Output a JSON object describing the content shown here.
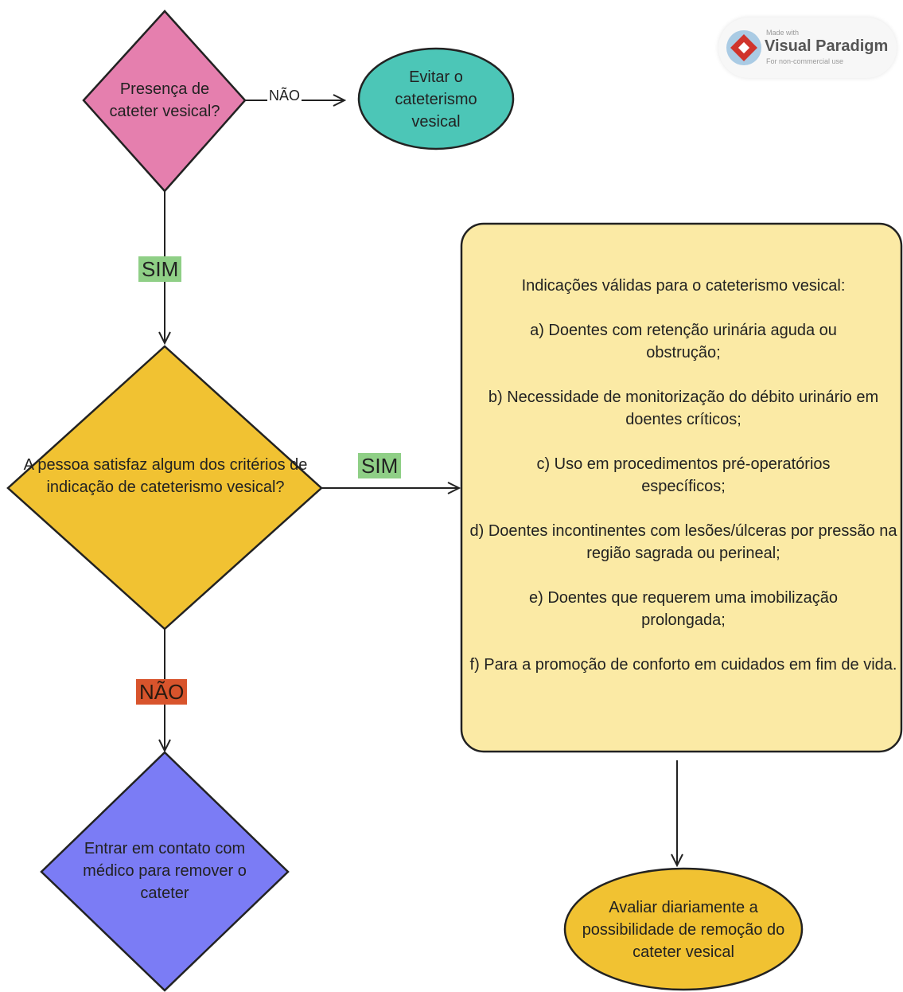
{
  "nodes": {
    "q1": "Presença de cateter vesical?",
    "avoid": "Evitar o cateterismo vesical",
    "q2": "A pessoa satisfaz algum dos critérios de indicação de cateterismo vesical?",
    "contact": "Entrar em contato com médico para remover o cateter",
    "evaluate": "Avaliar diariamente a possibilidade de remoção do cateter vesical"
  },
  "edge_labels": {
    "q1_no": "NÃO",
    "q1_yes": "SIM",
    "q2_yes": "SIM",
    "q2_no": "NÃO"
  },
  "indications": {
    "title": "Indicações válidas para o cateterismo vesical:",
    "items": [
      "a) Doentes com retenção urinária aguda ou obstrução;",
      "b) Necessidade de monitorização do débito urinário em doentes críticos;",
      "c) Uso em procedimentos pré-operatórios específicos;",
      "d) Doentes incontinentes com lesões/úlceras por pressão na região sagrada ou perineal;",
      "e) Doentes que requerem uma imobilização prolongada;",
      "f) Para a promoção de conforto em cuidados em fim de vida."
    ]
  },
  "watermark": {
    "made_with": "Made with",
    "brand": "Visual Paradigm",
    "note": "For non-commercial use"
  },
  "colors": {
    "q1_fill": "#e57fae",
    "avoid_fill": "#4cc6b7",
    "q2_fill": "#f1c232",
    "contact_fill": "#7b7cf5",
    "indications_fill": "#fbeaa5",
    "evaluate_fill": "#f1c232",
    "sim_label": "#8fcf86",
    "nao_label": "#d8542c"
  }
}
